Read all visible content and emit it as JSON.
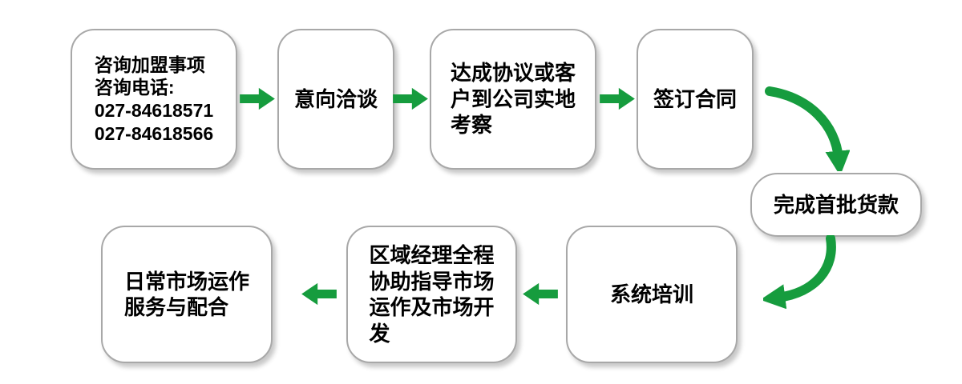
{
  "diagram": {
    "type": "flowchart",
    "arrow_color": "#169c3e",
    "nodes": {
      "consult": {
        "label": "咨询加盟事项\n咨询电话:\n027-84618571\n027-84618566"
      },
      "intent": {
        "label": "意向洽谈"
      },
      "agreement": {
        "label": "达成协议或客\n户到公司实地\n考察"
      },
      "contract": {
        "label": "签订合同"
      },
      "payment": {
        "label": "完成首批货款"
      },
      "training": {
        "label": "系统培训"
      },
      "manager": {
        "label": "区域经理全程\n协助指导市场\n运作及市场开\n发"
      },
      "daily": {
        "label": "日常市场运作\n服务与配合"
      }
    }
  }
}
